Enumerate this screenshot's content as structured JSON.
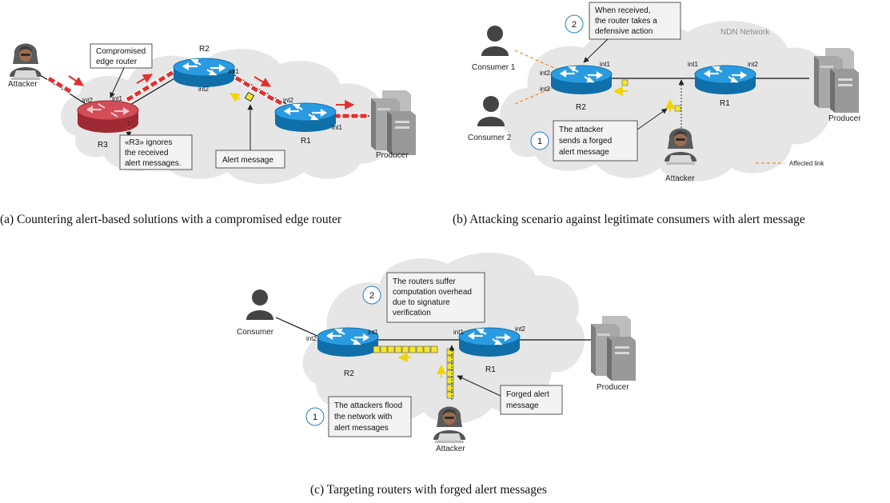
{
  "panel_a": {
    "caption": "(a)  Countering alert-based solutions with a compromised edge router",
    "attacker": "Attacker",
    "r3": "R3",
    "r2": "R2",
    "r1": "R1",
    "producer": "Producer",
    "r3_int1": "int1",
    "r3_int2": "int2",
    "r2_int1": "int1",
    "r2_int2": "int2",
    "r1_int1": "int1",
    "r1_int2": "int2",
    "callout_compromised": [
      "Compromised",
      "edge router"
    ],
    "callout_ignores": [
      "«R3» ignores",
      "the received",
      "alert messages."
    ],
    "callout_alert": "Alert message",
    "x_mark": "X"
  },
  "panel_b": {
    "caption": "(b)  Attacking scenario against legitimate consumers with alert message",
    "network": "NDN Network",
    "consumer1": "Consumer 1",
    "consumer2": "Consumer 2",
    "r2": "R2",
    "r1": "R1",
    "producer": "Producer",
    "attacker": "Attacker",
    "r2_int1": "int1",
    "r2_int2": "int2",
    "r2_int3": "int3",
    "r1_int1": "int1",
    "r1_int2": "int2",
    "step2_num": "2",
    "step2_text": [
      "When received,",
      "the router takes a",
      "defensive action"
    ],
    "step1_num": "1",
    "step1_text": [
      "The attacker",
      "sends a forged",
      "alert message"
    ],
    "legend": "Affected link"
  },
  "panel_c": {
    "caption": "(c)  Targeting routers with forged alert messages",
    "consumer": "Consumer",
    "r2": "R2",
    "r1": "R1",
    "producer": "Producer",
    "attacker": "Attacker",
    "r2_int1": "int1",
    "r2_int2": "int2",
    "r1_int1": "int1",
    "r1_int2": "int2",
    "step2_num": "2",
    "step2_text": [
      "The routers suffer",
      "computation overhead",
      "due to signature",
      "verification"
    ],
    "step1_num": "1",
    "step1_text": [
      "The attackers flood",
      "the network with",
      "alert messages"
    ],
    "callout_forged": [
      "Forged alert",
      "message"
    ]
  },
  "colors": {
    "router_blue": "#1a8fd0",
    "router_red": "#c8404a",
    "packet_red": "#e03030",
    "alert_yellow": "#f5e62a",
    "affected_link": "#f08a24",
    "cloud": "#e6e6e6",
    "server": "#9a9a9a"
  }
}
